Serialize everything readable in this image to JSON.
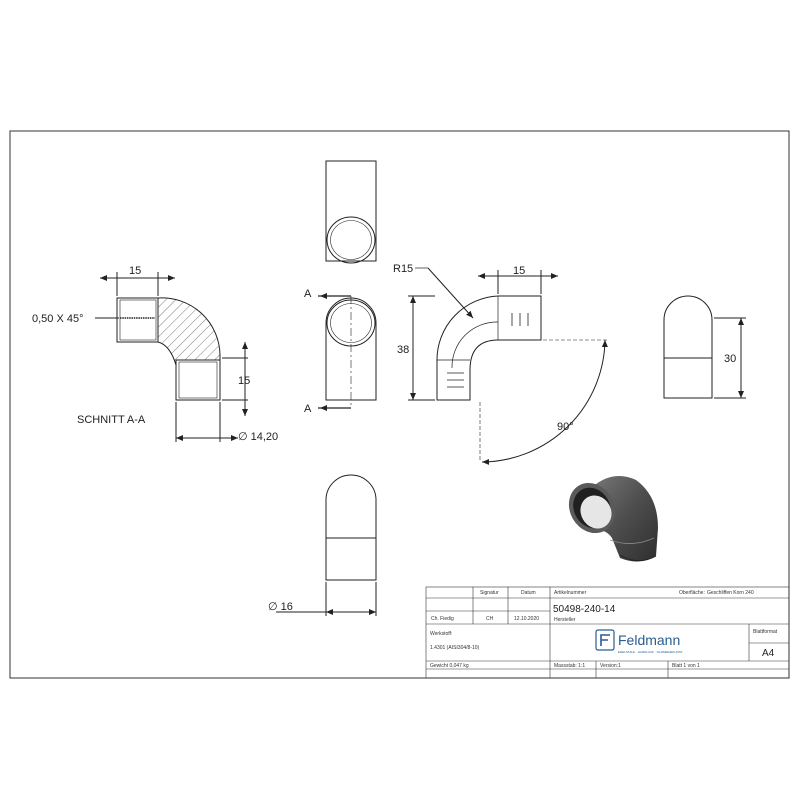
{
  "view_left": {
    "dim_top": "15",
    "chamfer": "0,50 X 45°",
    "dim_right": "15",
    "dim_bottom": "∅ 14,20",
    "section_label": "SCHNITT A-A"
  },
  "view_front": {
    "section_mark_top": "A",
    "section_mark_bottom": "A",
    "dim_bottom": "∅ 16"
  },
  "view_side": {
    "radius": "R15",
    "dim_top": "15",
    "dim_left": "38",
    "angle": "90°"
  },
  "view_right": {
    "dim_right": "30"
  },
  "title_block": {
    "col_drawn": "",
    "col_signature": "Signatur",
    "col_date": "Datum",
    "col_article": "Artikelnummer",
    "drawn_by": "Ch. Fiedig",
    "signature": "CH",
    "date": "12.10.2020",
    "article_number": "50498-240-14",
    "surface_label": "Oberfläche:",
    "surface_value": "Geschliffen Korn 240",
    "manufacturer_label": "Hersteller",
    "material_label": "Werkstoff:",
    "material_value": "1.4301 (AISI304/8-10)",
    "weight": "Gewicht 0,047 kg",
    "scale": "Massstab: 1:1",
    "version": "Version:1",
    "sheet": "Blatt 1 von 1",
    "format_label": "Blattformat",
    "format_value": "A4",
    "logo_text": "Feldmann",
    "logo_tagline": "EDELSTAHL · HANDLAUF · SCHMIEDEKUNST"
  }
}
